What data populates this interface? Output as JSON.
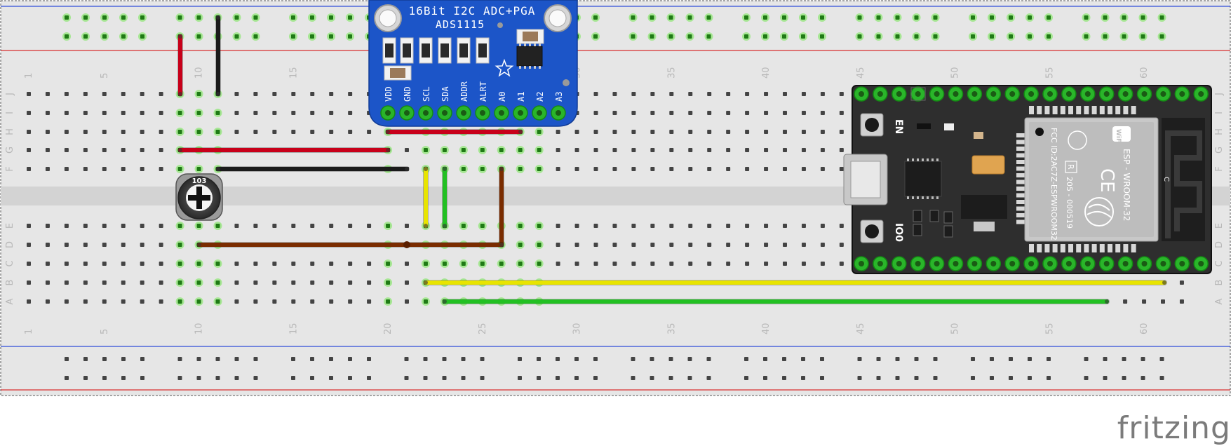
{
  "breadboard": {
    "columns": 62,
    "column_numbers": [
      "1",
      "5",
      "10",
      "15",
      "20",
      "25",
      "30",
      "35",
      "40",
      "45",
      "50",
      "55",
      "60"
    ],
    "upper_rows": [
      "J",
      "I",
      "H",
      "G",
      "F"
    ],
    "lower_rows": [
      "E",
      "D",
      "C",
      "B",
      "A"
    ]
  },
  "ads1115": {
    "title": "16Bit I2C ADC+PGA",
    "subtitle": "ADS1115",
    "pins": [
      "VDD",
      "GND",
      "SCL",
      "SDA",
      "ADDR",
      "ALRT",
      "A0",
      "A1",
      "A2",
      "A3"
    ]
  },
  "potentiometer": {
    "marking": "103"
  },
  "esp32": {
    "en_label": "EN",
    "io0_label": "IO0",
    "module_fcc": "FCC ID:2AC7Z-ESPWROOM32",
    "module_r": "R",
    "module_cert": "205 - 000519",
    "module_wifi": "WiFi",
    "module_ce": "CE",
    "module_name": "ESP - WROOM-32",
    "antenna_mark": "C"
  },
  "colors": {
    "breadboard": "#e6e6e6",
    "hole_green": "#49c42d",
    "wire_red": "#c8001a",
    "wire_black": "#1a1a1a",
    "wire_yellow": "#e8e400",
    "wire_green": "#22c022",
    "wire_brown": "#7a2c00",
    "ads_blue": "#1c55c8",
    "esp_board": "#2e2e2e",
    "rail_red_line": "#d40000",
    "rail_blue_line": "#0025d6"
  },
  "footer": {
    "logo": "fritzing"
  }
}
